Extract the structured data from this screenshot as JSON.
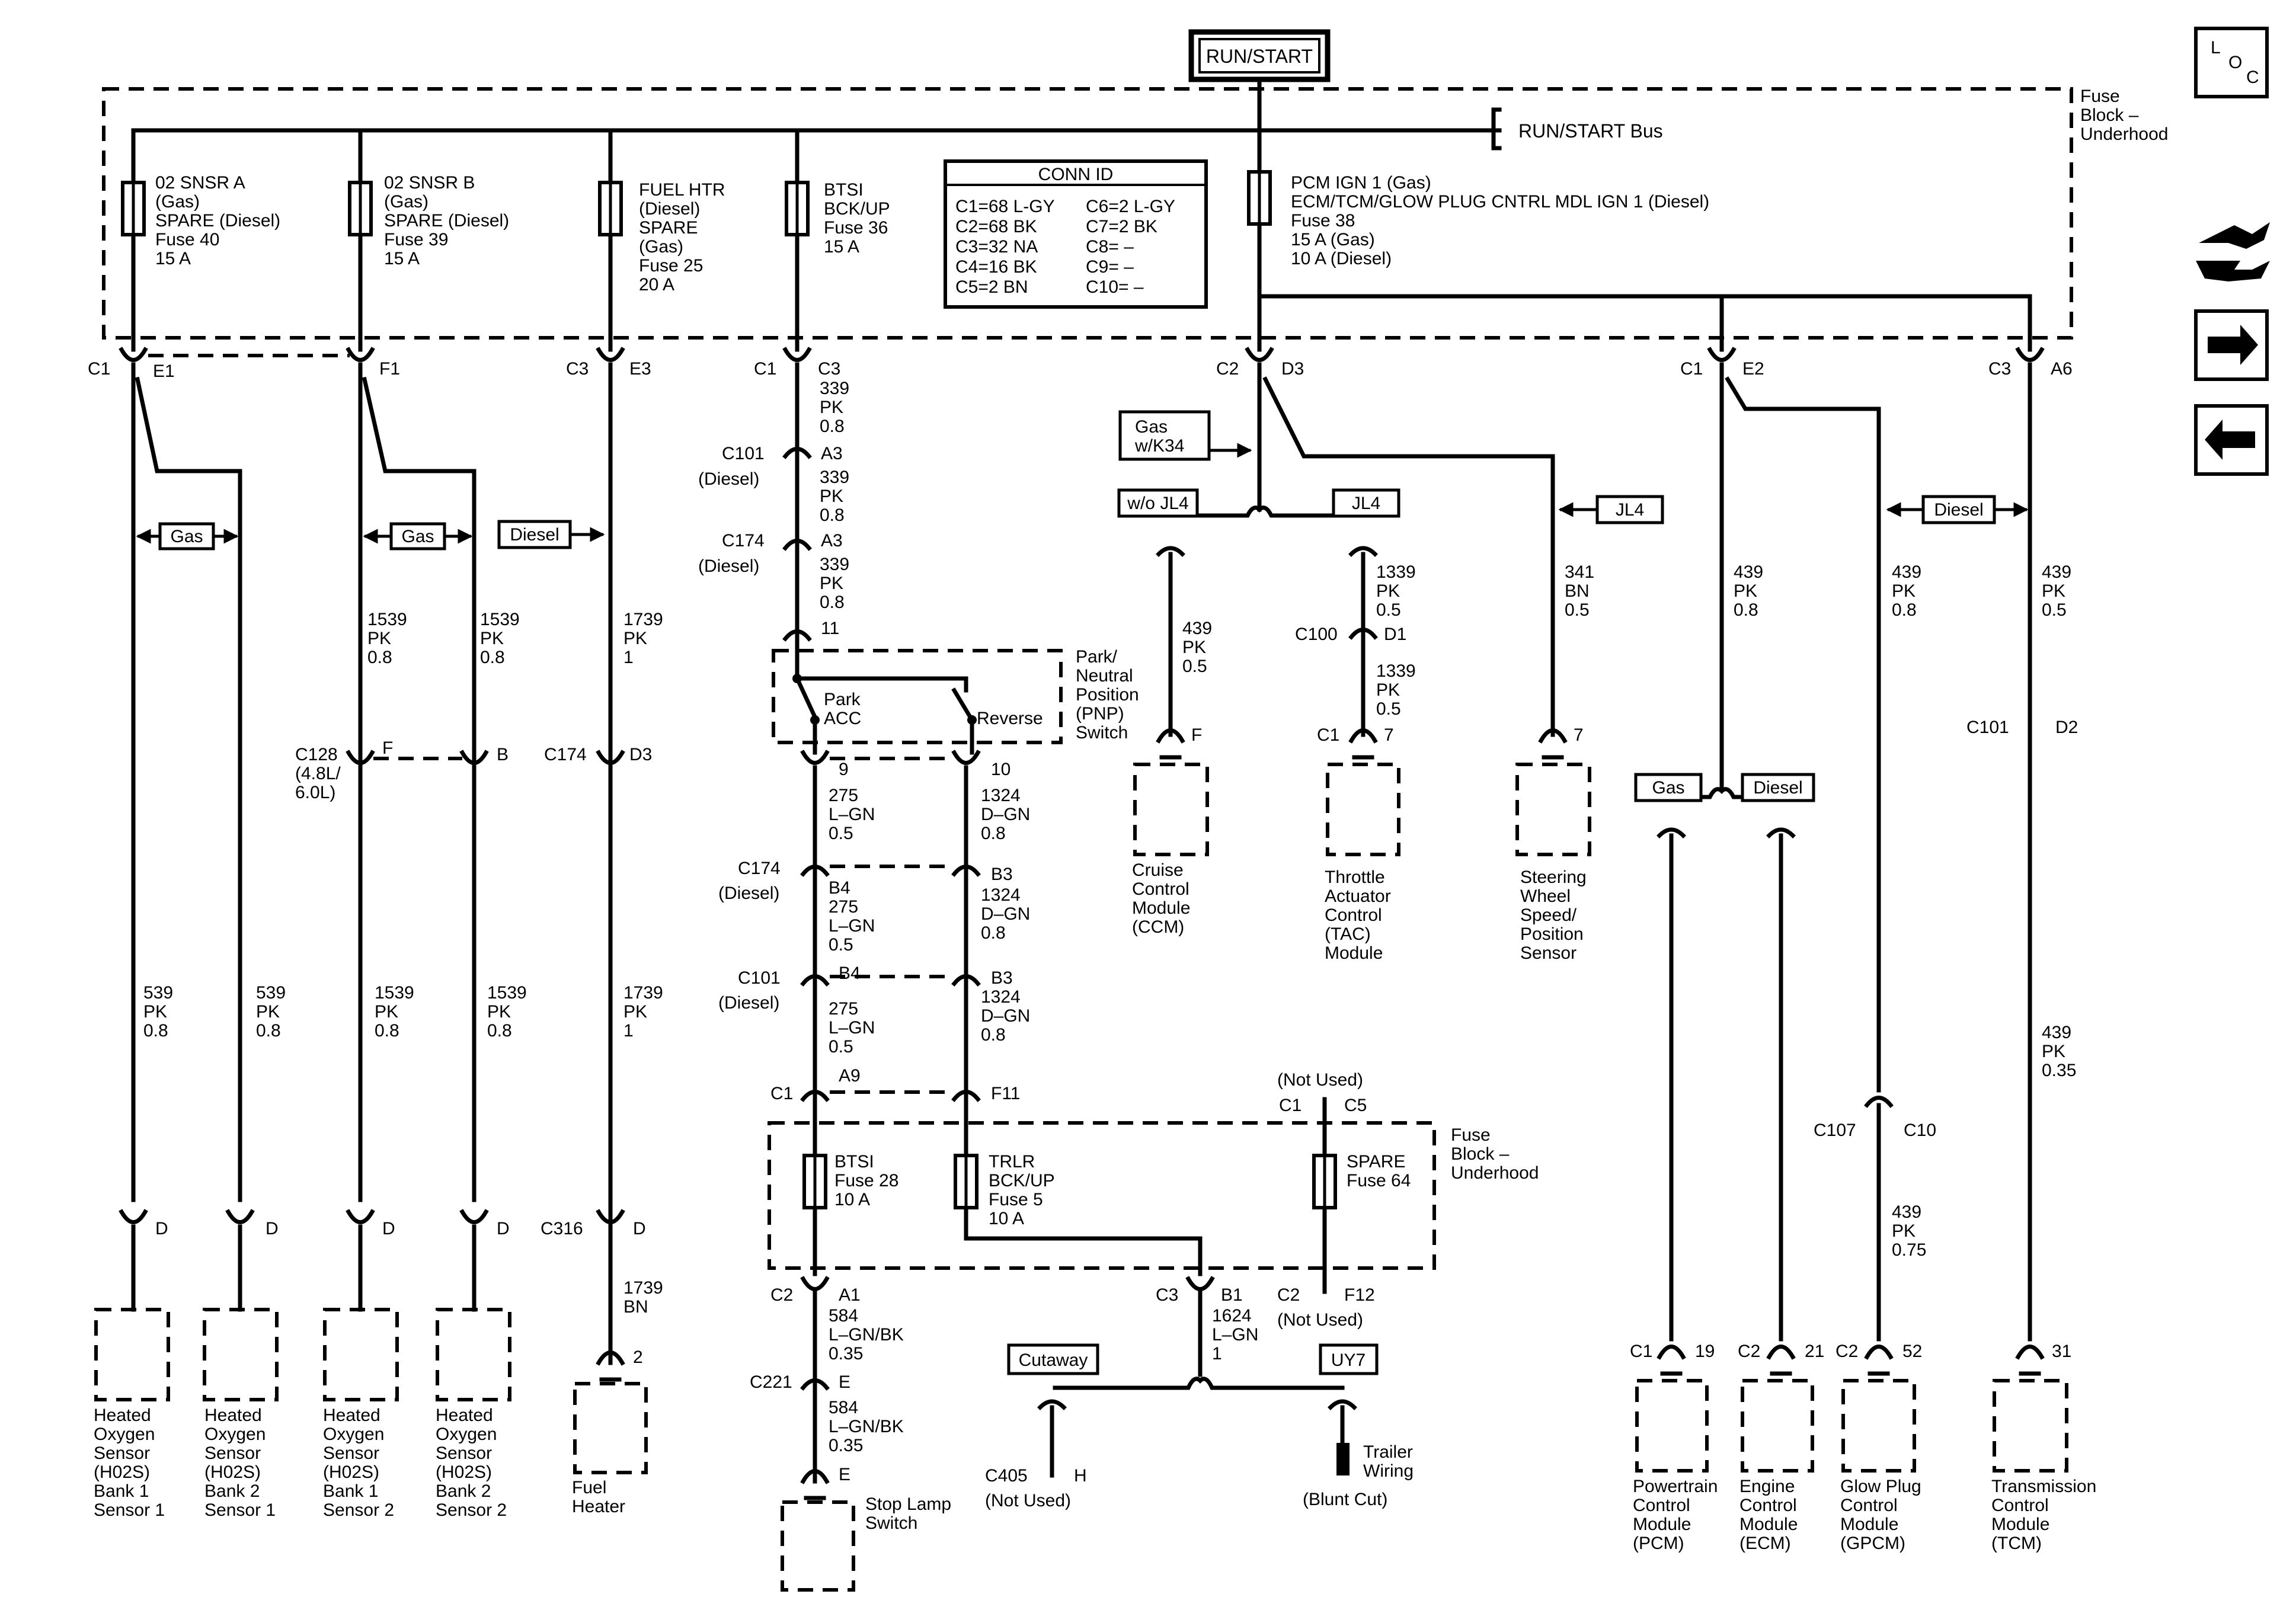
{
  "header": {
    "run_start": "RUN/START"
  },
  "fuse_block_label": [
    "Fuse",
    "Block –",
    "Underhood"
  ],
  "bus_label": "RUN/START Bus",
  "conn_id": {
    "title": "CONN ID",
    "left": [
      "C1=68 L-GY",
      "C2=68 BK",
      "C3=32 NA",
      "C4=16 BK",
      "C5=2 BN"
    ],
    "right": [
      "C6=2 L-GY",
      "C7=2 BK",
      "C8= –",
      "C9= –",
      "C10= –"
    ]
  },
  "fuses": {
    "f40": [
      "02 SNSR A",
      "(Gas)",
      "SPARE (Diesel)",
      "Fuse 40",
      "15 A"
    ],
    "f39": [
      "02 SNSR B",
      "(Gas)",
      "SPARE (Diesel)",
      "Fuse 39",
      "15 A"
    ],
    "f25": [
      "FUEL HTR",
      "(Diesel)",
      "SPARE",
      "(Gas)",
      "Fuse 25",
      "20 A"
    ],
    "f36": [
      "BTSI",
      "BCK/UP",
      "Fuse 36",
      "15 A"
    ],
    "f38": [
      "PCM IGN 1 (Gas)",
      "ECM/TCM/GLOW PLUG CNTRL MDL IGN 1 (Diesel)",
      "Fuse 38",
      "15 A (Gas)",
      "10 A (Diesel)"
    ]
  },
  "lower_fuse_block": {
    "label": [
      "Fuse",
      "Block –",
      "Underhood"
    ],
    "f28": [
      "BTSI",
      "Fuse 28",
      "10 A"
    ],
    "f5": [
      "TRLR",
      "BCK/UP",
      "Fuse 5",
      "10 A"
    ],
    "f64": [
      "SPARE",
      "Fuse 64"
    ],
    "not_used_top": "(Not Used)",
    "not_used_bottom": "(Not Used)"
  },
  "pnp_switch": {
    "label": [
      "Park/",
      "Neutral",
      "Position",
      "(PNP)",
      "Switch"
    ],
    "park": [
      "Park",
      "ACC"
    ],
    "reverse": "Reverse"
  },
  "option_tags": {
    "gas1": "Gas",
    "gas2": "Gas",
    "diesel1": "Diesel",
    "diesel2": "Diesel",
    "wo_jl4": "w/o JL4",
    "jl4": "JL4",
    "jl4_arrow": "JL4",
    "gas_k34": [
      "Gas",
      "w/K34"
    ],
    "gas3": "Gas",
    "diesel3": "Diesel",
    "cutaway": "Cutaway",
    "uy7": "UY7"
  },
  "wires": {
    "w_339": [
      "339",
      "PK",
      "0.8"
    ],
    "w_1539": [
      "1539",
      "PK",
      "0.8"
    ],
    "w_1739": [
      "1739",
      "PK",
      "1"
    ],
    "w_1739bn": [
      "1739",
      "BN"
    ],
    "w_539": [
      "539",
      "PK",
      "0.8"
    ],
    "w_275": [
      "275",
      "L–GN",
      "0.5"
    ],
    "w_1324": [
      "1324",
      "D–GN",
      "0.8"
    ],
    "w_439_05": [
      "439",
      "PK",
      "0.5"
    ],
    "w_1339": [
      "1339",
      "PK",
      "0.5"
    ],
    "w_341": [
      "341",
      "BN",
      "0.5"
    ],
    "w_439_08": [
      "439",
      "PK",
      "0.8"
    ],
    "w_439_075": [
      "439",
      "PK",
      "0.75"
    ],
    "w_439_035": [
      "439",
      "PK",
      "0.35"
    ],
    "w_584": [
      "584",
      "L–GN/BK",
      "0.35"
    ],
    "w_1624": [
      "1624",
      "L–GN",
      "1"
    ]
  },
  "connectors": {
    "c1": "C1",
    "c2": "C2",
    "c3": "C3",
    "e1": "E1",
    "f1": "F1",
    "e3": "E3",
    "d3": "D3",
    "e2": "E2",
    "a6": "A6",
    "c101": "C101",
    "c174": "C174",
    "diesel_paren": "(Diesel)",
    "a3": "A3",
    "pin11": "11",
    "c128": "C128",
    "c128_sub": [
      "(4.8L/",
      "6.0L)"
    ],
    "f": "F",
    "b": "B",
    "d": "D",
    "pin9": "9",
    "pin10": "10",
    "b4": "B4",
    "b3": "B3",
    "a9": "A9",
    "f11": "F11",
    "c100": "C100",
    "d1": "D1",
    "pin7": "7",
    "d2": "D2",
    "c316": "C316",
    "pin2": "2",
    "c5": "C5",
    "a1": "A1",
    "b1": "B1",
    "f12": "F12",
    "c221": "C221",
    "e": "E",
    "c405": "C405",
    "h": "H",
    "c107": "C107",
    "c10": "C10",
    "pin19": "19",
    "pin21": "21",
    "pin52": "52",
    "pin31": "31"
  },
  "components": {
    "ho2s_b1s1": [
      "Heated",
      "Oxygen",
      "Sensor",
      "(H02S)",
      "Bank 1",
      "Sensor 1"
    ],
    "ho2s_b2s1": [
      "Heated",
      "Oxygen",
      "Sensor",
      "(H02S)",
      "Bank 2",
      "Sensor 1"
    ],
    "ho2s_b1s2": [
      "Heated",
      "Oxygen",
      "Sensor",
      "(H02S)",
      "Bank 1",
      "Sensor 2"
    ],
    "ho2s_b2s2": [
      "Heated",
      "Oxygen",
      "Sensor",
      "(H02S)",
      "Bank 2",
      "Sensor 2"
    ],
    "fuel_heater": [
      "Fuel",
      "Heater"
    ],
    "stop_lamp": [
      "Stop Lamp",
      "Switch"
    ],
    "ccm": [
      "Cruise",
      "Control",
      "Module",
      "(CCM)"
    ],
    "tac": [
      "Throttle",
      "Actuator",
      "Control",
      "(TAC)",
      "Module"
    ],
    "swps": [
      "Steering",
      "Wheel",
      "Speed/",
      "Position",
      "Sensor"
    ],
    "pcm": [
      "Powertrain",
      "Control",
      "Module",
      "(PCM)"
    ],
    "ecm": [
      "Engine",
      "Control",
      "Module",
      "(ECM)"
    ],
    "gpcm": [
      "Glow Plug",
      "Control",
      "Module",
      "(GPCM)"
    ],
    "tcm": [
      "Transmission",
      "Control",
      "Module",
      "(TCM)"
    ],
    "c405_not_used": "(Not Used)",
    "trailer": [
      "Trailer",
      "Wiring"
    ],
    "blunt_cut": "(Blunt Cut)"
  },
  "side_icons": {
    "loc_l": "L",
    "loc_o": "O",
    "loc_c": "C"
  }
}
